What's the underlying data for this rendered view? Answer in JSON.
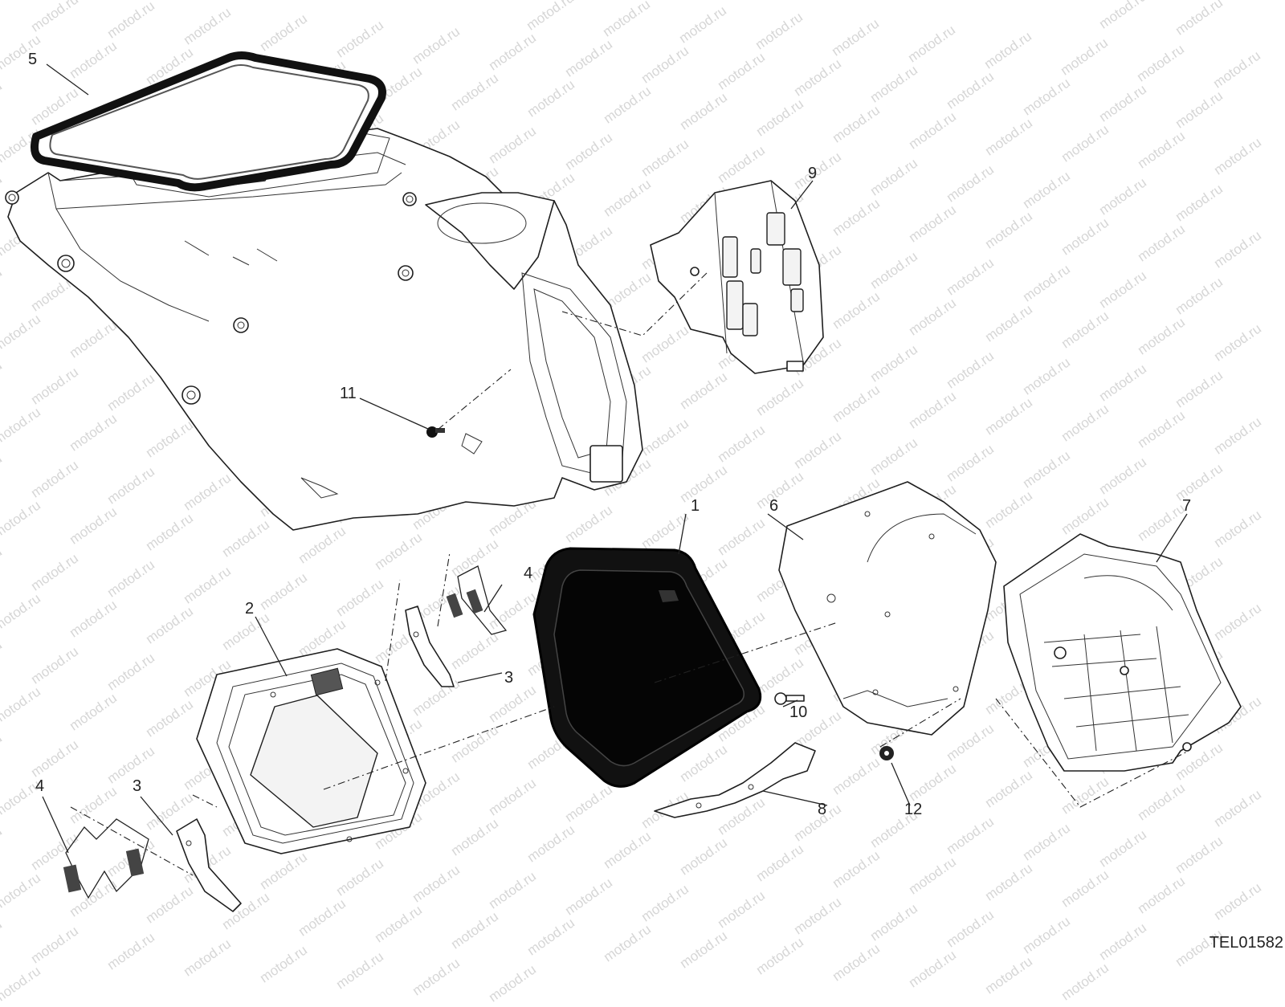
{
  "watermark": {
    "text": "motod.ru"
  },
  "drawing_code": "TEL01582",
  "callouts": [
    {
      "id": "c1",
      "label": "1"
    },
    {
      "id": "c2",
      "label": "2"
    },
    {
      "id": "c3a",
      "label": "3"
    },
    {
      "id": "c3b",
      "label": "3"
    },
    {
      "id": "c4a",
      "label": "4"
    },
    {
      "id": "c4b",
      "label": "4"
    },
    {
      "id": "c5",
      "label": "5"
    },
    {
      "id": "c6",
      "label": "6"
    },
    {
      "id": "c7",
      "label": "7"
    },
    {
      "id": "c8",
      "label": "8"
    },
    {
      "id": "c9",
      "label": "9"
    },
    {
      "id": "c10",
      "label": "10"
    },
    {
      "id": "c11",
      "label": "11"
    },
    {
      "id": "c12",
      "label": "12"
    }
  ]
}
